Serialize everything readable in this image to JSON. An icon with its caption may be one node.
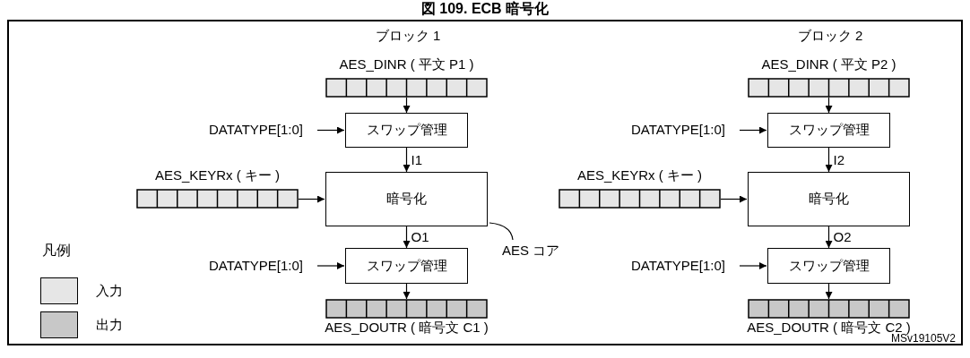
{
  "diagram": {
    "title": "図 109. ECB 暗号化",
    "nodes": [
      {
        "text": [
          "AES_DINR ( 平文 P1 )"
        ]
      },
      {
        "text": [
          "DATATYPE[1:0]"
        ]
      },
      {
        "text": [
          "スワップ管理"
        ]
      },
      {
        "text": [
          "AES_KEYRx ( キー )"
        ]
      },
      {
        "text": [
          "暗号化"
        ]
      },
      {
        "text": [
          "DATATYPE[1:0]"
        ]
      },
      {
        "text": [
          "スワップ管理"
        ]
      },
      {
        "text": [
          "AES_DOUTR ( 暗号文 C1 )"
        ]
      },
      {
        "text": [
          "AES_DINR ( 平文 P2 )"
        ]
      },
      {
        "text": [
          "DATATYPE[1:0]"
        ]
      },
      {
        "text": [
          "スワップ管理"
        ]
      },
      {
        "text": [
          "AES_KEYRx ( キー )"
        ]
      },
      {
        "text": [
          "暗号化"
        ]
      },
      {
        "text": [
          "DATATYPE[1:0]"
        ]
      },
      {
        "text": [
          "スワップ管理"
        ]
      },
      {
        "text": [
          "AES_DOUTR ( 暗号文 C2 )"
        ]
      },
      {
        "text": [
          "AES コア"
        ]
      }
    ],
    "edges": [
      {
        "from": 0,
        "to": 2,
        "arrow": "to"
      },
      {
        "from": 1,
        "to": 2,
        "arrow": "to"
      },
      {
        "from": 2,
        "to": 4,
        "arrow": "to",
        "label": "I1"
      },
      {
        "from": 3,
        "to": 4,
        "arrow": "to"
      },
      {
        "from": 4,
        "to": 6,
        "arrow": "to",
        "label": "O1"
      },
      {
        "from": 5,
        "to": 6,
        "arrow": "to"
      },
      {
        "from": 6,
        "to": 7,
        "arrow": "to"
      },
      {
        "from": 8,
        "to": 10,
        "arrow": "to"
      },
      {
        "from": 9,
        "to": 10,
        "arrow": "to"
      },
      {
        "from": 10,
        "to": 12,
        "arrow": "to",
        "label": "I2"
      },
      {
        "from": 11,
        "to": 12,
        "arrow": "to"
      },
      {
        "from": 12,
        "to": 14,
        "arrow": "to",
        "label": "O2"
      },
      {
        "from": 13,
        "to": 14,
        "arrow": "to"
      },
      {
        "from": 14,
        "to": 15,
        "arrow": "to"
      },
      {
        "from": 16,
        "to": 4,
        "arrow": "none"
      }
    ],
    "labels": [
      "ブロック 1",
      "ブロック 2",
      "凡例",
      "MSv19105V2"
    ],
    "legend": [
      {
        "text": "入力",
        "color": "#e6e6e6"
      },
      {
        "text": "出力",
        "color": "#c8c8c8"
      }
    ]
  }
}
